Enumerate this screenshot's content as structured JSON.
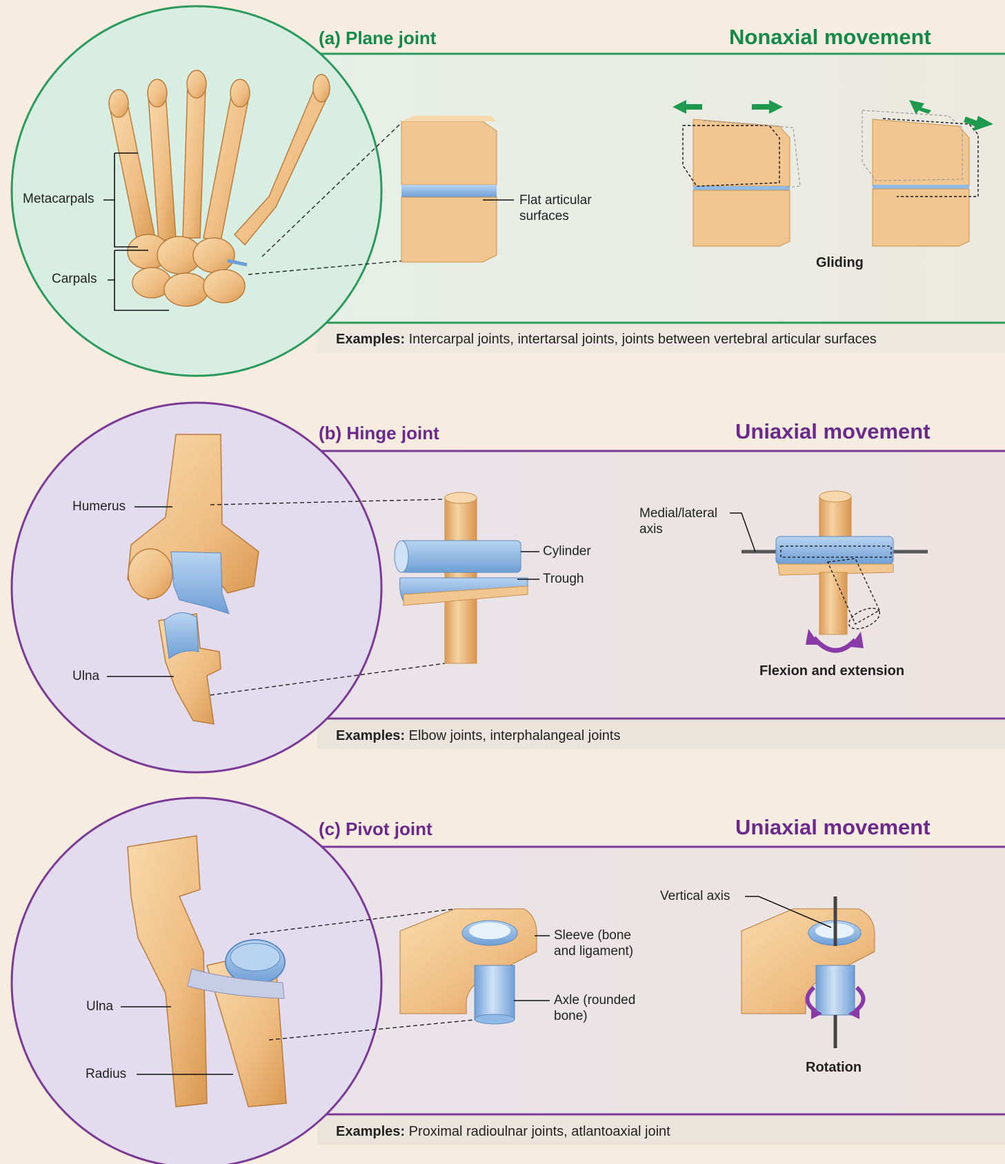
{
  "colors": {
    "plane_accent": "#2b9a5c",
    "hinge_accent": "#7b3a96",
    "pivot_accent": "#7b3a96",
    "bone": "#f0c28b",
    "cartilage": "#8fb9e6",
    "arrow_green": "#1e9a4e",
    "arrow_purple": "#8a3aa6"
  },
  "plane": {
    "title": "(a) Plane joint",
    "movement": "Nonaxial movement",
    "labels": {
      "metacarpals": "Metacarpals",
      "carpals": "Carpals",
      "flat_surfaces": "Flat articular surfaces"
    },
    "caption": "Gliding",
    "examples_label": "Examples:",
    "examples_text": "Intercarpal joints, intertarsal joints, joints between vertebral articular surfaces"
  },
  "hinge": {
    "title": "(b) Hinge joint",
    "movement": "Uniaxial movement",
    "labels": {
      "humerus": "Humerus",
      "ulna": "Ulna",
      "cylinder": "Cylinder",
      "trough": "Trough",
      "axis": "Medial/lateral axis"
    },
    "caption": "Flexion and extension",
    "examples_label": "Examples:",
    "examples_text": "Elbow joints, interphalangeal joints"
  },
  "pivot": {
    "title": "(c) Pivot joint",
    "movement": "Uniaxial movement",
    "labels": {
      "ulna": "Ulna",
      "radius": "Radius",
      "sleeve": "Sleeve (bone and ligament)",
      "axle": "Axle (rounded bone)",
      "axis": "Vertical axis"
    },
    "caption": "Rotation",
    "examples_label": "Examples:",
    "examples_text": "Proximal radioulnar joints, atlantoaxial joint"
  }
}
